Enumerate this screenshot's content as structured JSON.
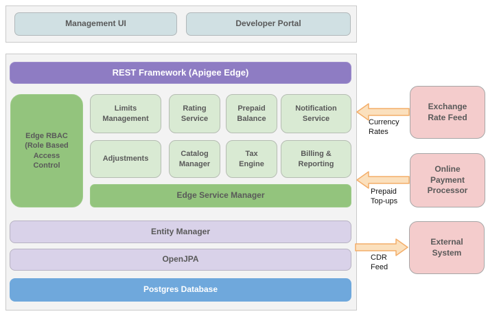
{
  "top_section": {
    "management_ui": "Management UI",
    "developer_portal": "Developer Portal"
  },
  "main": {
    "rest_framework": "REST Framework (Apigee Edge)",
    "edge_rbac": "Edge RBAC\n(Role Based\nAccess\nControl",
    "services": [
      "Limits\nManagement",
      "Rating\nService",
      "Prepaid\nBalance",
      "Notification\nService",
      "Adjustments",
      "Catalog\nManager",
      "Tax\nEngine",
      "Billing &\nReporting"
    ],
    "edge_service_manager": "Edge Service Manager",
    "entity_manager": "Entity Manager",
    "open_jpa": "OpenJPA",
    "postgres_database": "Postgres Database"
  },
  "external_systems": {
    "exchange_rate_feed": "Exchange\nRate Feed",
    "online_payment_processor": "Online\nPayment\nProcessor",
    "external_system": "External\nSystem"
  },
  "flows": [
    {
      "label": "Currency\nRates",
      "direction": "left"
    },
    {
      "label": "Prepaid\nTop-ups",
      "direction": "left"
    },
    {
      "label": "CDR\nFeed",
      "direction": "right"
    }
  ],
  "colors": {
    "purple": "#8e7cc3",
    "green": "#93c47d",
    "light_green": "#d9ead3",
    "lavender": "#d9d2e9",
    "blue": "#6fa8dc",
    "teal": "#d0e0e3",
    "pink": "#f4cccc",
    "arrow_fill": "#fbe0bd",
    "arrow_stroke": "#f3ad69",
    "text_gray": "#595959",
    "container_bg": "#f3f3f3"
  }
}
